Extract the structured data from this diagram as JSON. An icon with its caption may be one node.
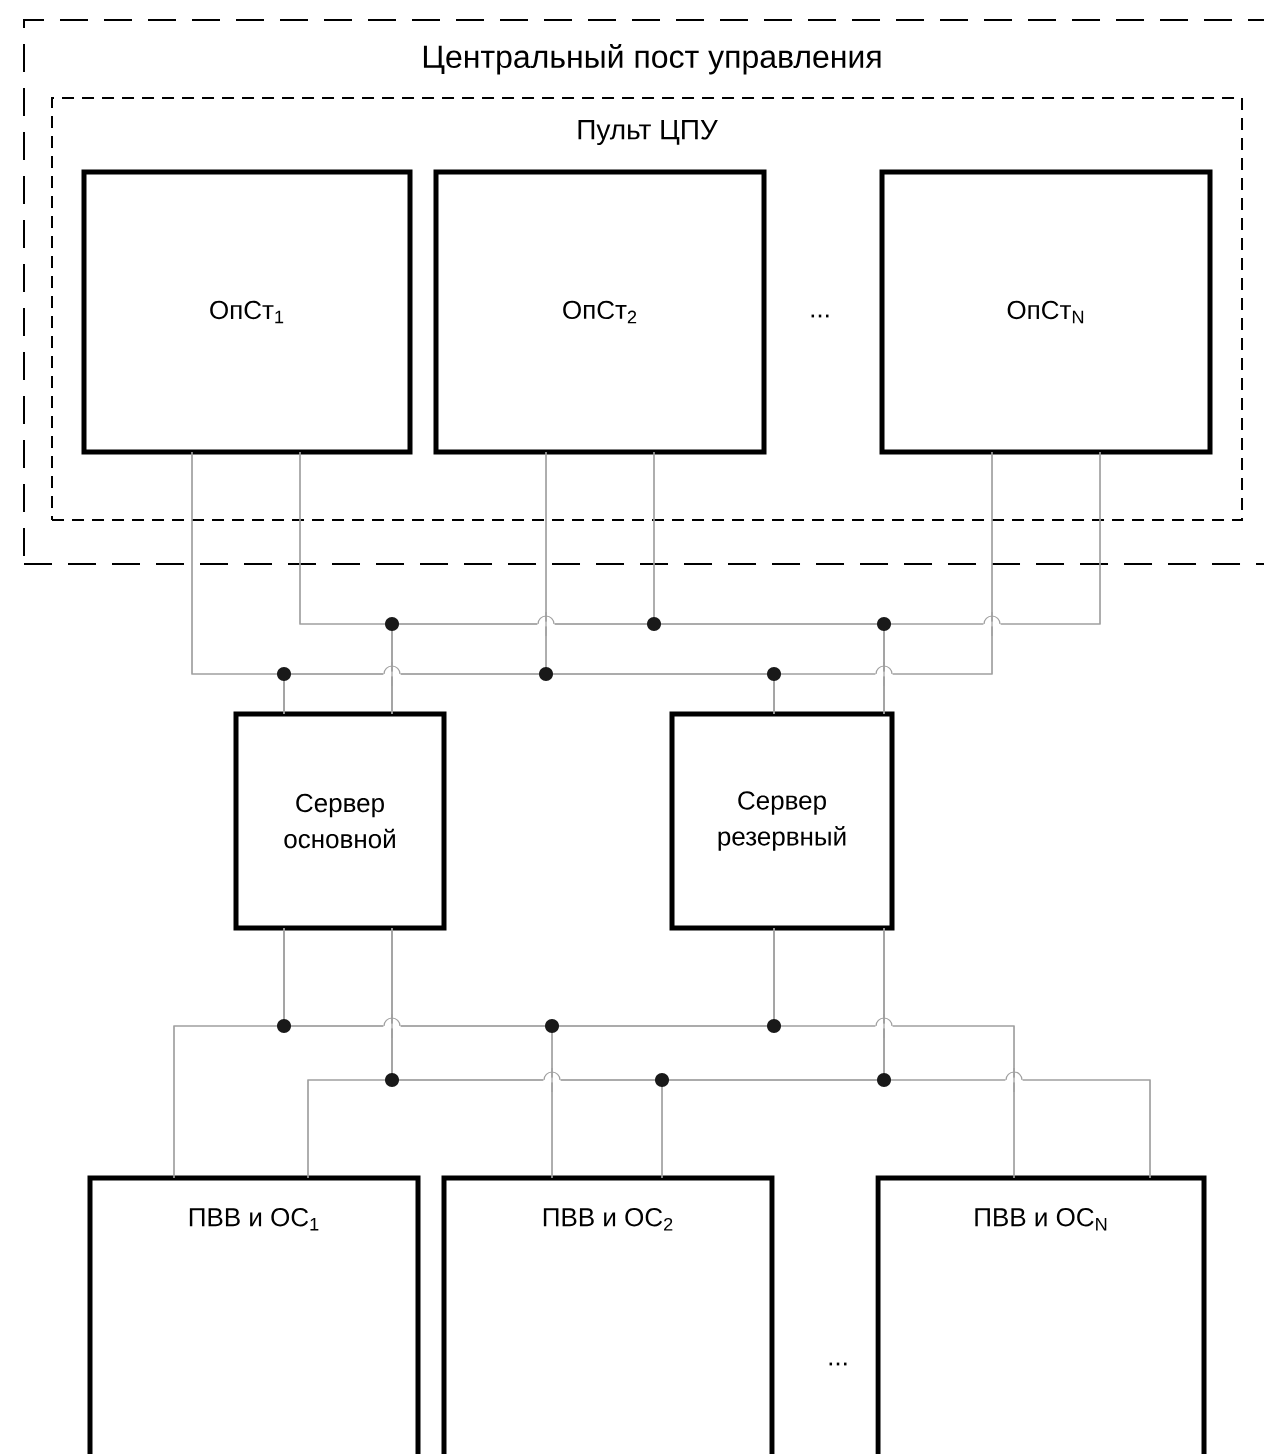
{
  "diagram": {
    "nodes": [
      {
        "text": [
          "Центральный пост управления"
        ]
      },
      {
        "text": [
          "Пульт ЦПУ"
        ],
        "in": 0
      },
      {
        "text": [
          "ОпСт$_{1}$"
        ],
        "in": 1
      },
      {
        "text": [
          "ОпСт$_{2}$"
        ],
        "in": 1
      },
      {
        "text": [
          "ОпСт$_{N}$"
        ],
        "in": 1
      },
      {
        "text": [
          "Сервер основной"
        ]
      },
      {
        "text": [
          "Сервер резервный"
        ]
      },
      {
        "text": [
          "ПВВ и ОС$_{1}$"
        ]
      },
      {
        "text": [
          "ПВВ и ОС$_{2}$"
        ]
      },
      {
        "text": [
          "ПВВ и ОС$_{N}$"
        ]
      }
    ],
    "edges": [
      {
        "from": 2,
        "to": 5,
        "arrow": "none"
      },
      {
        "from": 2,
        "to": 6,
        "arrow": "none"
      },
      {
        "from": 3,
        "to": 5,
        "arrow": "none"
      },
      {
        "from": 3,
        "to": 6,
        "arrow": "none"
      },
      {
        "from": 4,
        "to": 5,
        "arrow": "none"
      },
      {
        "from": 4,
        "to": 6,
        "arrow": "none"
      },
      {
        "from": 2,
        "to": 5,
        "arrow": "none"
      },
      {
        "from": 2,
        "to": 6,
        "arrow": "none"
      },
      {
        "from": 3,
        "to": 5,
        "arrow": "none"
      },
      {
        "from": 3,
        "to": 6,
        "arrow": "none"
      },
      {
        "from": 4,
        "to": 5,
        "arrow": "none"
      },
      {
        "from": 4,
        "to": 6,
        "arrow": "none"
      },
      {
        "from": 5,
        "to": 7,
        "arrow": "none"
      },
      {
        "from": 5,
        "to": 8,
        "arrow": "none"
      },
      {
        "from": 5,
        "to": 9,
        "arrow": "none"
      },
      {
        "from": 6,
        "to": 7,
        "arrow": "none"
      },
      {
        "from": 6,
        "to": 8,
        "arrow": "none"
      },
      {
        "from": 6,
        "to": 9,
        "arrow": "none"
      },
      {
        "from": 5,
        "to": 7,
        "arrow": "none"
      },
      {
        "from": 5,
        "to": 8,
        "arrow": "none"
      },
      {
        "from": 5,
        "to": 9,
        "arrow": "none"
      },
      {
        "from": 6,
        "to": 7,
        "arrow": "none"
      },
      {
        "from": 6,
        "to": 8,
        "arrow": "none"
      },
      {
        "from": 6,
        "to": 9,
        "arrow": "none"
      }
    ],
    "labels": [
      "...",
      "..."
    ]
  }
}
